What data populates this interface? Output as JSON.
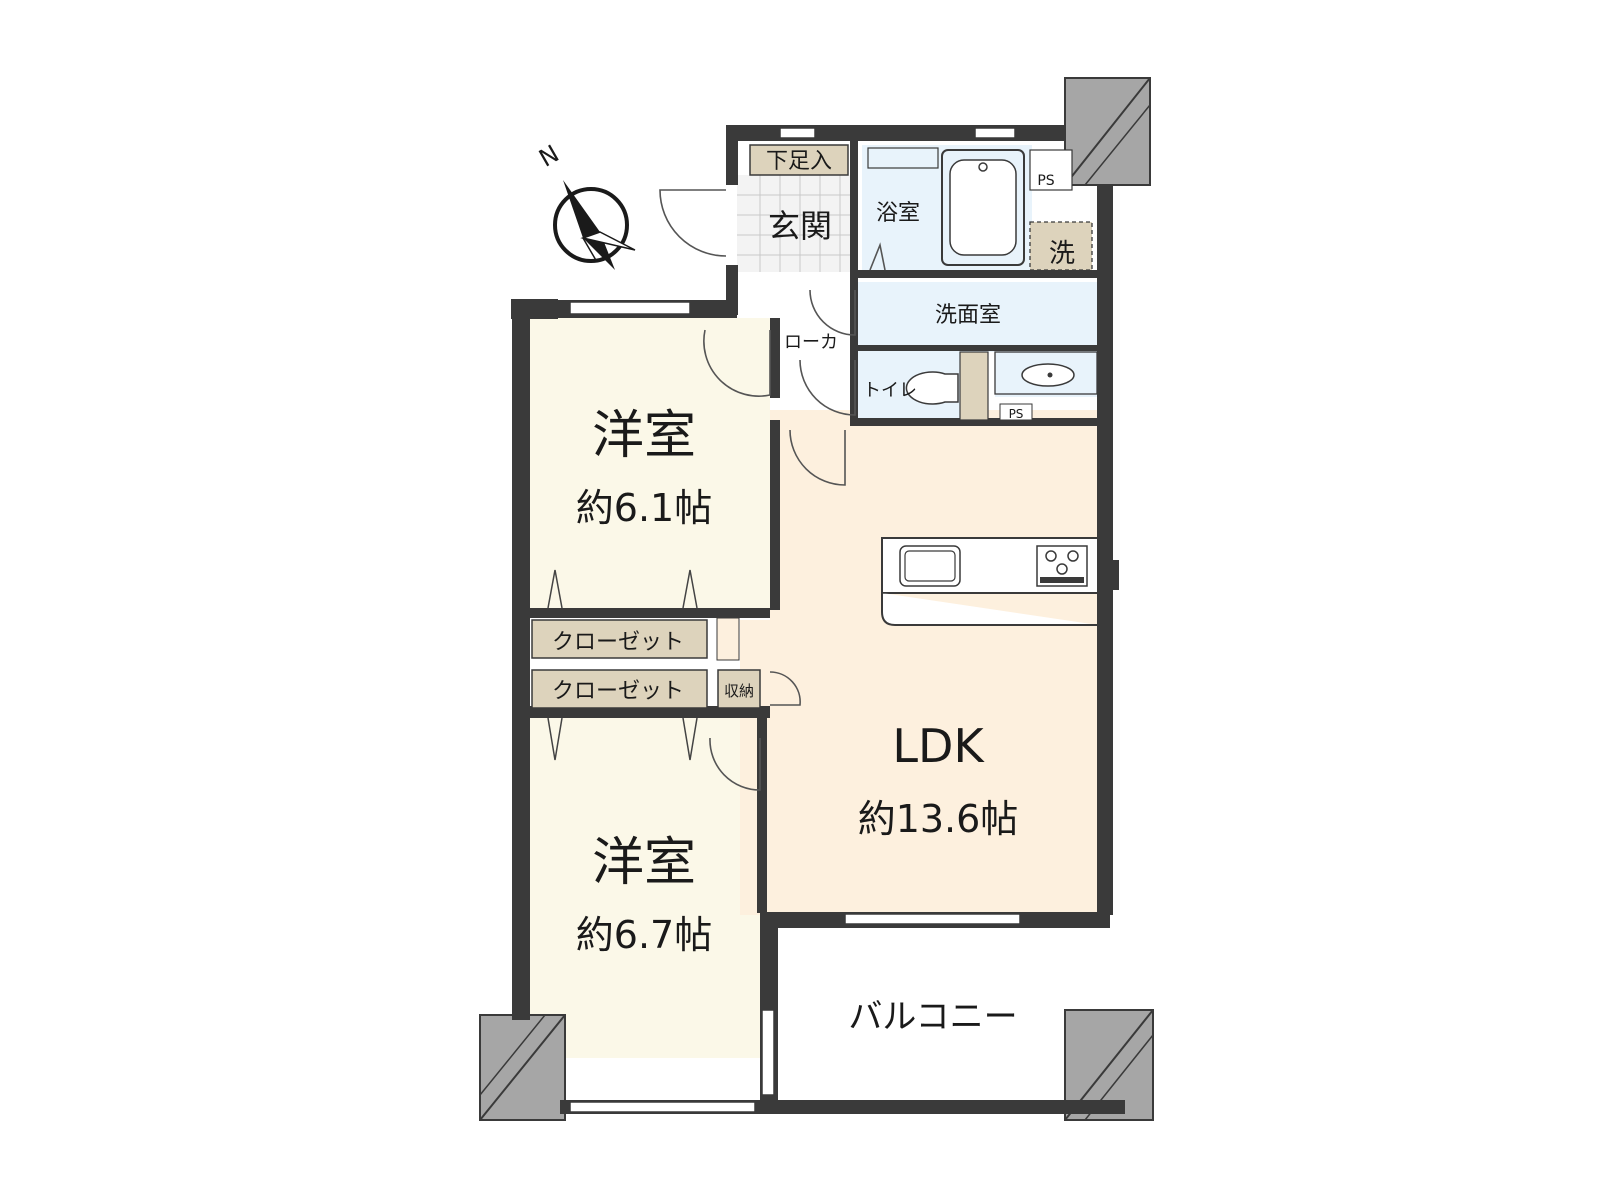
{
  "compass": {
    "north": "N"
  },
  "rooms": {
    "genkan": "玄関",
    "shoes": "下足入",
    "bath": "浴室",
    "washer": "洗",
    "ps_top": "PS",
    "ps_mid": "PS",
    "washroom": "洗面室",
    "hall": "ローカ",
    "toilet": "トイレ",
    "bed1_name": "洋室",
    "bed1_size": "約6.1帖",
    "closet1": "クローゼット",
    "closet2": "クローゼット",
    "storage": "収納",
    "ldk_name": "LDK",
    "ldk_size": "約13.6帖",
    "bed2_name": "洋室",
    "bed2_size": "約6.7帖",
    "balcony": "バルコニー"
  },
  "colors": {
    "bedroom": "#fbf8e8",
    "ldk": "#fdf0de",
    "wet": "#e8f3fb",
    "storage": "#ddd3bc",
    "column": "#a6a6a6",
    "wall": "#3a3a3a"
  }
}
